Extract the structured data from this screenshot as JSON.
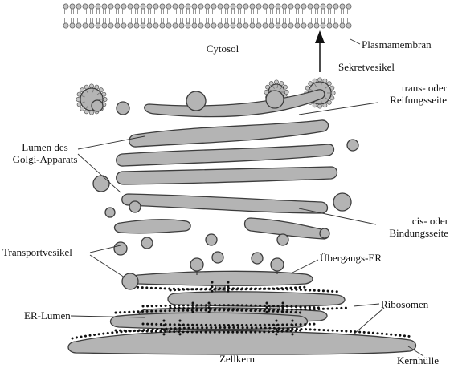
{
  "labels": {
    "cytosol": "Cytosol",
    "plasmamembran": "Plasmamembran",
    "sekretvesikel": "Sekretvesikel",
    "trans_line1": "trans- oder",
    "trans_line2": "Reifungsseite",
    "lumen_line1": "Lumen des",
    "lumen_line2": "Golgi-Apparats",
    "cis_line1": "cis- oder",
    "cis_line2": "Bindungsseite",
    "transportvesikel": "Transportvesikel",
    "uebergangs_er": "Übergangs-ER",
    "er_lumen": "ER-Lumen",
    "ribosomen": "Ribosomen",
    "zellkern": "Zellkern",
    "kernhuelle": "Kernhülle"
  },
  "colors": {
    "membrane_fill": "#b4b4b4",
    "outline": "#3c3c3c",
    "ribosome": "#111111",
    "background": "#ffffff"
  }
}
